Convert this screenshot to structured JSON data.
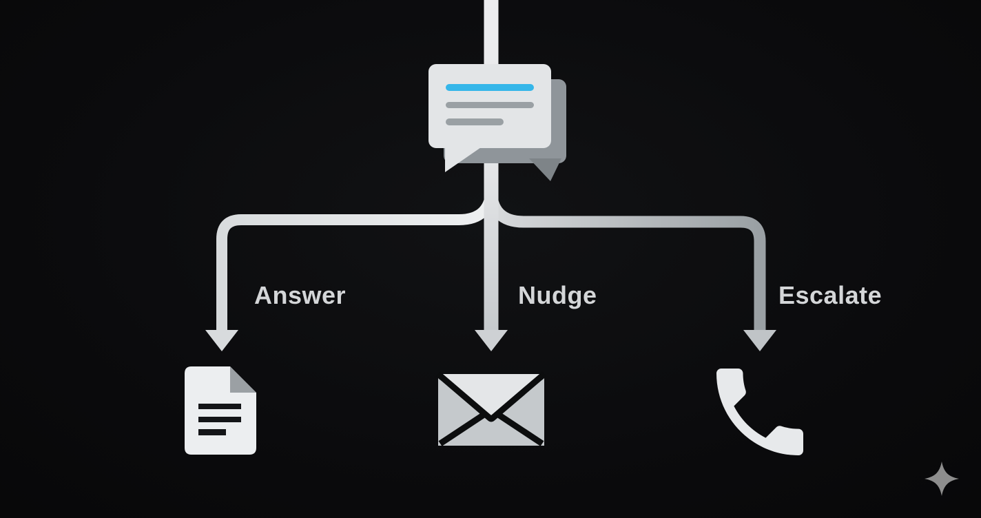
{
  "flow": {
    "root": {
      "icon": "chat-bubbles-icon",
      "description_lines": 3
    },
    "branches": [
      {
        "label": "Answer",
        "icon": "document-icon"
      },
      {
        "label": "Nudge",
        "icon": "envelope-icon"
      },
      {
        "label": "Escalate",
        "icon": "phone-icon"
      }
    ]
  },
  "watermark": {
    "icon": "sparkle-icon"
  },
  "colors": {
    "background": "#0b0b0d",
    "accent_blue": "#35b6e9",
    "label_text": "#d4d6d8",
    "connector_light": "#e7e8ea",
    "connector_medium": "#9fa5a8",
    "bubble_front": "#e3e5e7",
    "bubble_back": "#8f959a",
    "icon_light": "#eceef0",
    "fold_gray": "#9ba0a4",
    "sparkle_gray": "#8d8d8d"
  }
}
